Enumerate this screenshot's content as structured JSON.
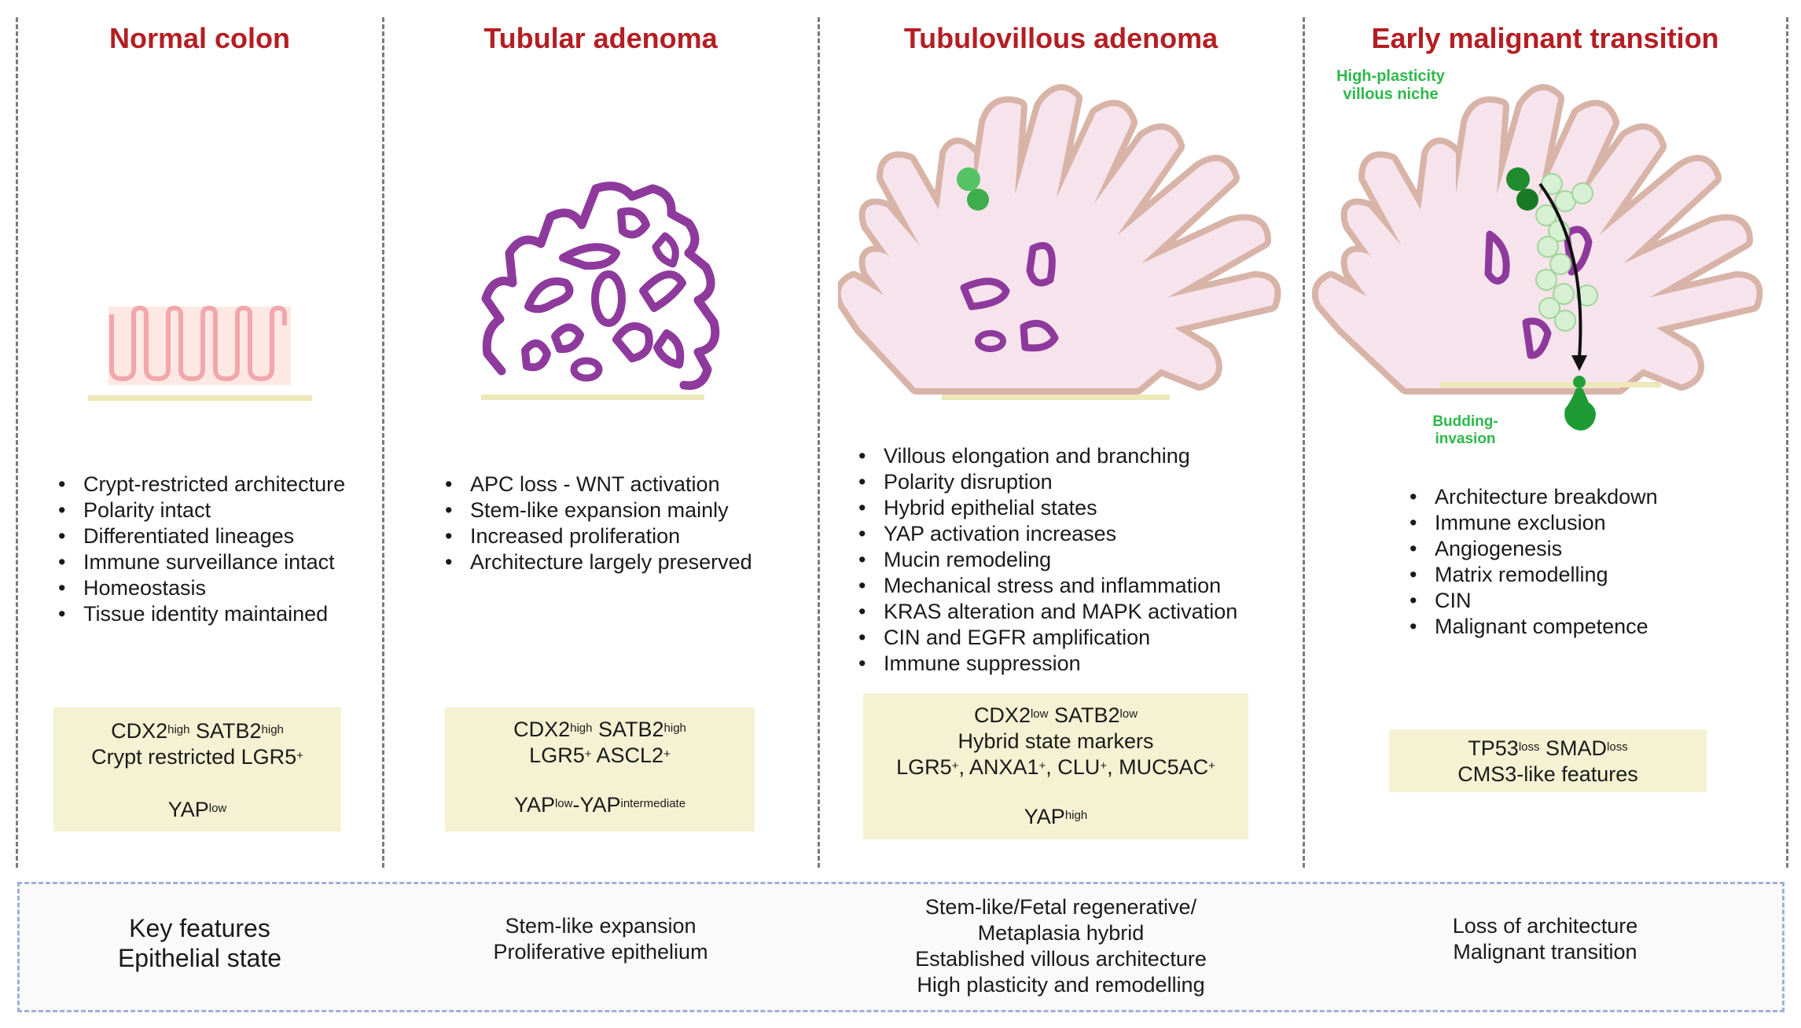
{
  "stages": [
    {
      "title": "Normal colon",
      "bullets": [
        "Crypt-restricted architecture",
        "Polarity intact",
        "Differentiated lineages",
        "Immune surveillance intact",
        "Homeostasis",
        "Tissue identity maintained"
      ],
      "markers": {
        "l1a": "CDX2",
        "l1a_sup": "high",
        "l1b": "SATB2",
        "l1b_sup": "high",
        "l2": "Crypt  restricted LGR5",
        "l2_sup": "+",
        "l3": "YAP",
        "l3_sup": "low"
      }
    },
    {
      "title": "Tubular adenoma",
      "bullets": [
        "APC loss - WNT activation",
        "Stem-like expansion mainly",
        "Increased proliferation",
        "Architecture largely preserved"
      ],
      "markers": {
        "l1a": "CDX2",
        "l1a_sup": "high",
        "l1b": "SATB2",
        "l1b_sup": "high",
        "l2a": "LGR5",
        "l2a_sup": "+",
        "l2b": "ASCL2",
        "l2b_sup": "+",
        "l3a": "YAP",
        "l3a_sup": "low",
        "l3b": "-YAP",
        "l3b_sup": "intermediate"
      }
    },
    {
      "title": "Tubulovillous adenoma",
      "bullets": [
        "Villous elongation and branching",
        "Polarity disruption",
        "Hybrid epithelial states",
        "YAP activation increases",
        "Mucin remodeling",
        "Mechanical stress and inflammation",
        "KRAS alteration and MAPK activation",
        "CIN and EGFR amplification",
        "Immune suppression"
      ],
      "markers": {
        "l1a": "CDX2",
        "l1a_sup": "low",
        "l1b": "SATB2",
        "l1b_sup": "low",
        "l2": "Hybrid state markers",
        "l3a": "LGR5",
        "l3a_sup": "+",
        "l3b": ", ANXA1",
        "l3b_sup": "+",
        "l3c": ",  CLU",
        "l3c_sup": "+",
        "l3d": ", MUC5AC",
        "l3d_sup": "+",
        "l4": "YAP",
        "l4_sup": "high"
      }
    },
    {
      "title": "Early malignant transition",
      "bullets": [
        "Architecture breakdown",
        "Immune exclusion",
        "Angiogenesis",
        "Matrix remodelling",
        "CIN",
        "Malignant competence"
      ],
      "markers": {
        "l1a": "TP53",
        "l1a_sup": "loss",
        "l1b": " SMAD",
        "l1b_sup": "loss",
        "l2": "CMS3-like features"
      },
      "labels": {
        "niche": [
          "High-plasticity",
          "villous niche"
        ],
        "budding": [
          "Budding-",
          "invasion"
        ]
      }
    }
  ],
  "summary": {
    "col1": [
      "Key features",
      "Epithelial state"
    ],
    "col2": [
      "Stem-like expansion",
      "Proliferative epithelium"
    ],
    "col3": [
      "Stem-like/Fetal regenerative/",
      "Metaplasia hybrid",
      "Established villous architecture",
      "High plasticity and remodelling"
    ],
    "col4": [
      "Loss of architecture",
      "Malignant transition"
    ]
  },
  "colors": {
    "title": "#b41e23",
    "marker_box": "#f5f2d3",
    "purple_epithelium": "#8e3a9d",
    "pink_stroma": "#f7e3ec",
    "green_cell": "#2aa13a"
  }
}
